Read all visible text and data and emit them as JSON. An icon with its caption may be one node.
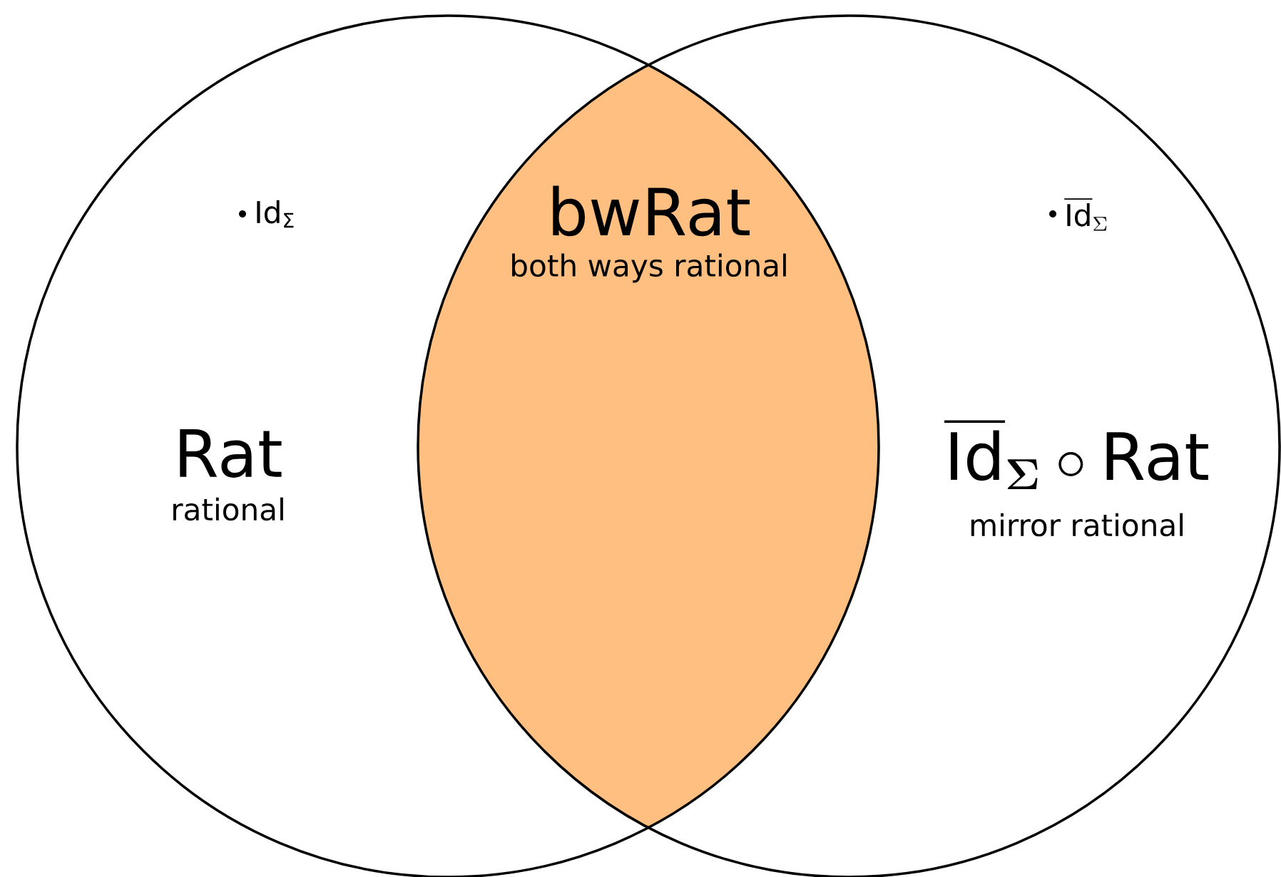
{
  "diagram": {
    "nodes": [
      {
        "text": [
          "Rat",
          "rational"
        ]
      },
      {
        "text": [
          "\\overline{\\text{Id}}_{\\boldsymbol{\\Sigma}}\\circ\\text{Rat}",
          "mirror rational"
        ]
      },
      {
        "text": [
          "bwRat",
          "both ways rational"
        ]
      }
    ],
    "labels": [
      "Id$_{Σ}$",
      "\\overline{\\text{Id}}_{\\Sigma}"
    ]
  }
}
